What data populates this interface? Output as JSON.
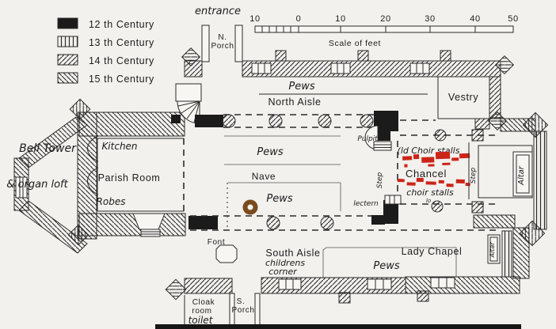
{
  "colors": {
    "paper": "#f2f1ee",
    "ink": "#2b2b2b",
    "century12_fill": "#1b1b1b",
    "red_annotation": "#cc2418",
    "nave_marker": "#7b4a1e"
  },
  "legend": {
    "items": [
      {
        "label": "12 th Century",
        "pattern": "solid-black"
      },
      {
        "label": "13 th Century",
        "pattern": "vertical-lines"
      },
      {
        "label": "14 th Century",
        "pattern": "diagonal-up"
      },
      {
        "label": "15 th Century",
        "pattern": "diagonal-down"
      }
    ]
  },
  "scale_bar": {
    "tick_labels": [
      "10",
      "0",
      "10",
      "20",
      "30",
      "40",
      "50"
    ],
    "caption": "Scale of feet"
  },
  "plan": {
    "entrance": "entrance",
    "north_porch_line1": "N.",
    "north_porch_line2": "Porch",
    "north_aisle_pews": "Pews",
    "north_aisle": "North Aisle",
    "vestry": "Vestry",
    "bell_tower": "Bell Tower",
    "organ_loft": "& organ loft",
    "kitchen": "Kitchen",
    "parish_room": "Parish Room",
    "robes": "Robes",
    "nave_pews_upper": "Pews",
    "nave": "Nave",
    "nave_pews_lower": "Pews",
    "pulpit": "Pulpit",
    "lectern": "lectern",
    "step_chancel_west": "Step",
    "step_chancel_east": "Step",
    "choir_stalls_north": "(ld Choir stalls",
    "chancel": "Chancel",
    "choir_stalls_south": "choir stalls",
    "choir_stalls_note": "lo",
    "altar_east": "Altar",
    "altar_lady_chapel": "Altar",
    "font": "Font",
    "south_aisle": "South Aisle",
    "childrens_corner_line1": "childrens",
    "childrens_corner_line2": "corner",
    "lady_chapel": "Lady Chapel",
    "south_aisle_pews": "Pews",
    "cloak_room_line1": "Cloak",
    "cloak_room_line2": "room",
    "toilet": "toilet",
    "south_porch_line1": "S.",
    "south_porch_line2": "Porch"
  }
}
